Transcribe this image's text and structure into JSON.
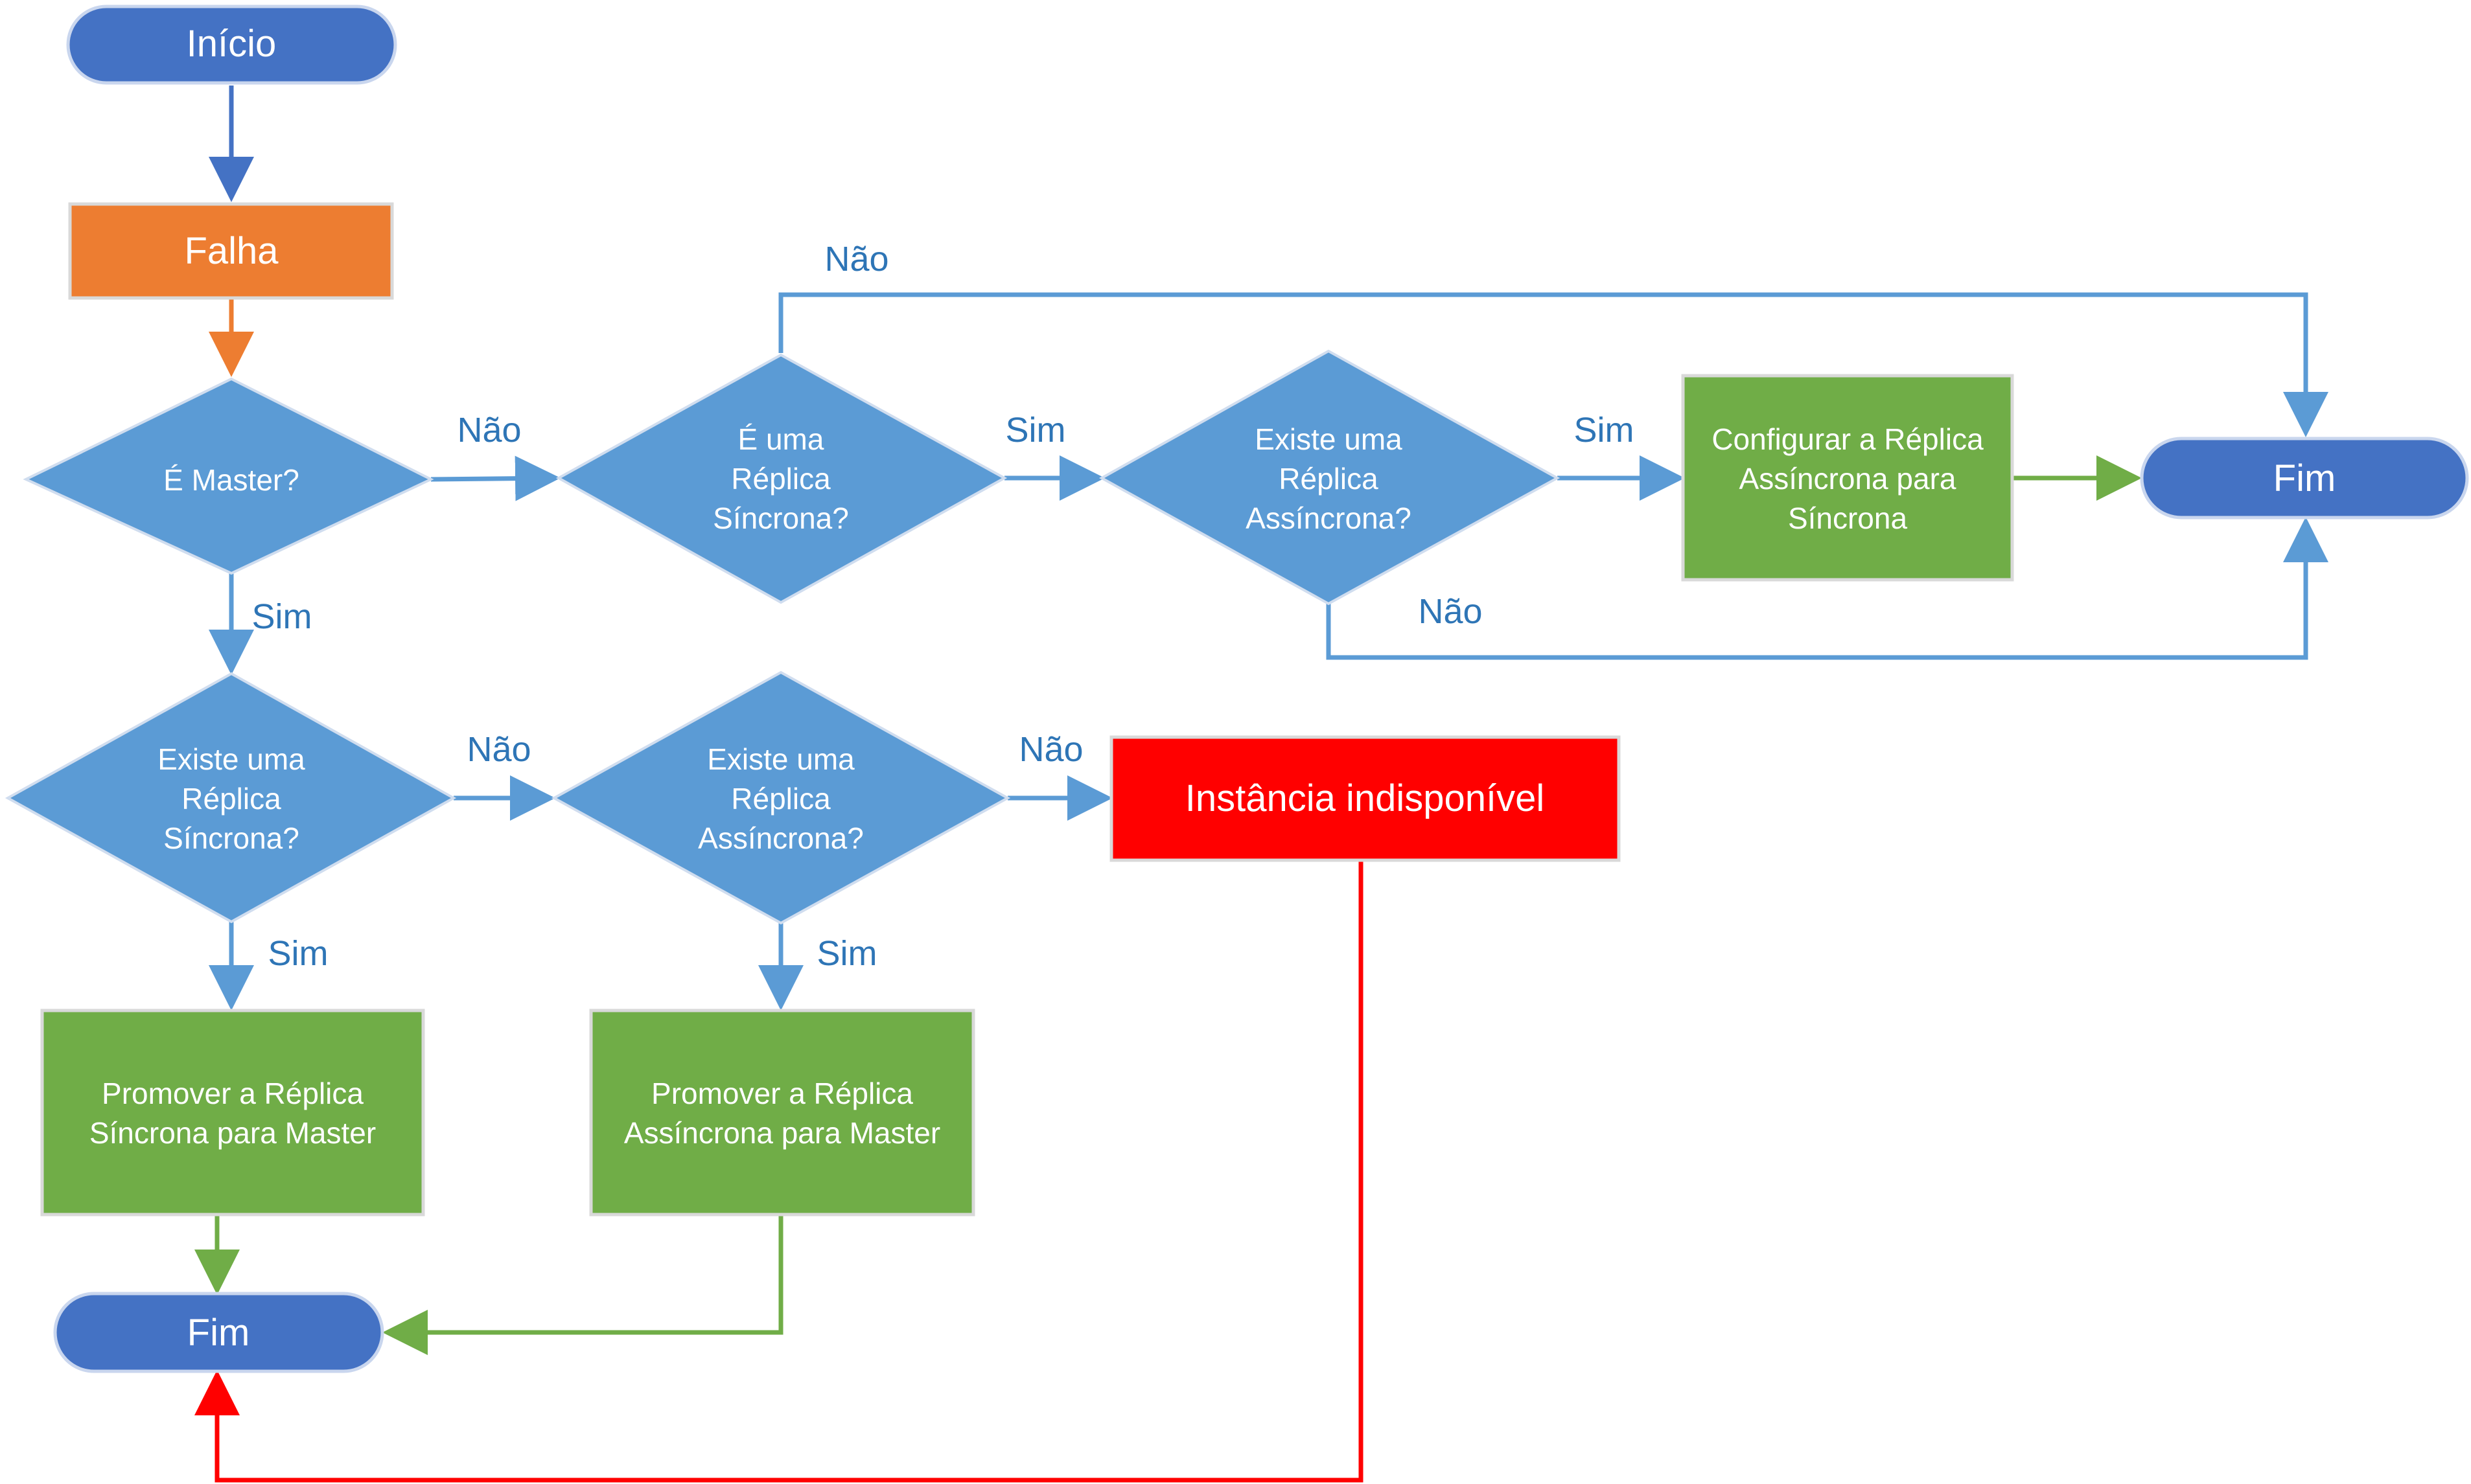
{
  "colors": {
    "terminal": "#4472c4",
    "failure": "#ed7d31",
    "decision": "#5b9bd5",
    "action": "#70ad47",
    "unavailable": "#ff0000",
    "edge_blue": "#5b9bd5",
    "edge_dark_blue": "#4472c4",
    "edge_green": "#70ad47",
    "edge_red": "#ff0000",
    "label": "#2e75b6"
  },
  "nodes": {
    "start": "Início",
    "failure": "Falha",
    "is_master": "É Master?",
    "is_sync_replica": [
      "É uma",
      "Réplica",
      "Síncrona?"
    ],
    "exists_async_top": [
      "Existe uma",
      "Réplica",
      "Assíncrona?"
    ],
    "configure_async": [
      "Configurar a Réplica",
      "Assíncrona para",
      "Síncrona"
    ],
    "end_top": "Fim",
    "exists_sync": [
      "Existe uma",
      "Réplica",
      "Síncrona?"
    ],
    "exists_async_bottom": [
      "Existe uma",
      "Réplica",
      "Assíncrona?"
    ],
    "unavailable": "Instância indisponível",
    "promote_sync": [
      "Promover a Réplica",
      "Síncrona para Master"
    ],
    "promote_async": [
      "Promover a Réplica",
      "Assíncrona para Master"
    ],
    "end_bottom": "Fim"
  },
  "edge_labels": {
    "master_no": "Não",
    "master_yes": "Sim",
    "sync_replica_no": "Não",
    "sync_replica_yes": "Sim",
    "async_top_yes": "Sim",
    "async_top_no": "Não",
    "exists_sync_no": "Não",
    "exists_sync_yes": "Sim",
    "exists_async_no": "Não",
    "exists_async_yes": "Sim"
  }
}
